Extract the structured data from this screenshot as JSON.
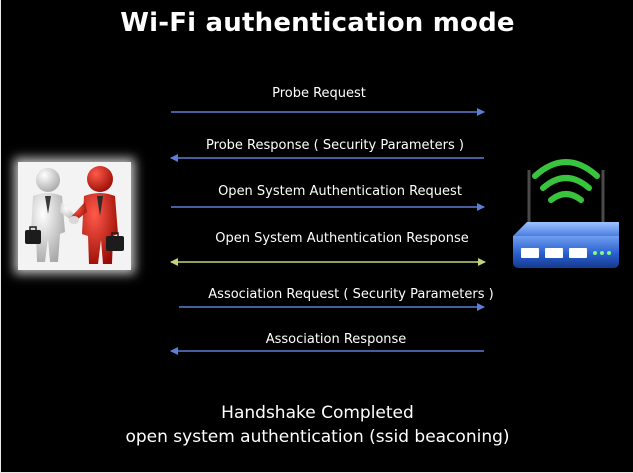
{
  "title": "Wi-Fi authentication mode",
  "messages": [
    {
      "label": "Probe Request",
      "direction": "right",
      "color": "#5b7fd6"
    },
    {
      "label": "Probe Response ( Security Parameters )",
      "direction": "left",
      "color": "#5b7fd6"
    },
    {
      "label": "Open System Authentication Request",
      "direction": "right",
      "color": "#5b7fd6"
    },
    {
      "label": "Open System Authentication Response",
      "direction": "left",
      "color": "#c7d276"
    },
    {
      "label": "Association Request ( Security Parameters )",
      "direction": "right",
      "color": "#5b7fd6"
    },
    {
      "label": "Association Response",
      "direction": "left",
      "color": "#5b7fd6"
    }
  ],
  "footer": {
    "line1": "Handshake Completed",
    "line2": "open system authentication (ssid beaconing)"
  },
  "icons": {
    "client": "handshake-people-icon",
    "access_point": "wireless-router-icon"
  }
}
